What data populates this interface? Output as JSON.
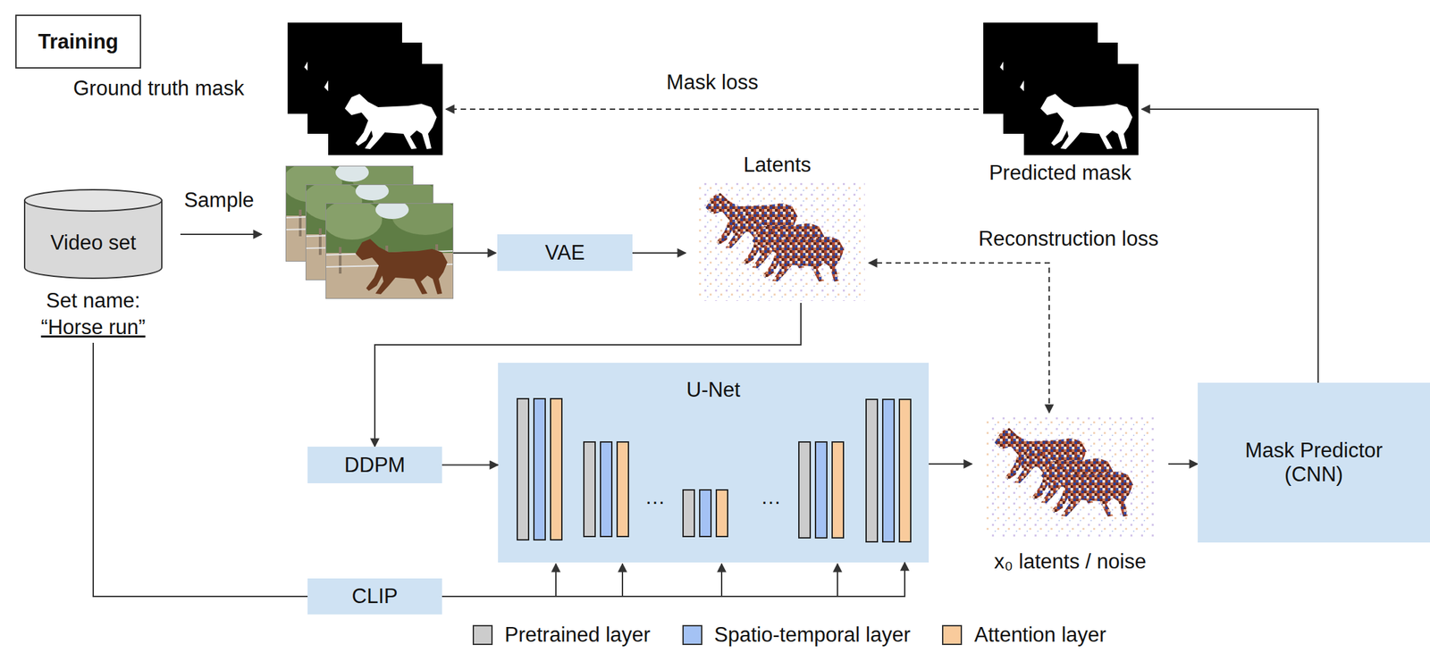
{
  "diagram": {
    "nodes": [
      {
        "text": [
          "Training"
        ]
      },
      {
        "text": [
          "Ground truth mask"
        ]
      },
      {
        "text": [
          "Predicted mask"
        ]
      },
      {
        "text": [
          "Video set",
          "Set name:",
          "“Horse run”"
        ]
      },
      {
        "text": [
          "VAE"
        ]
      },
      {
        "text": [
          "Latents"
        ]
      },
      {
        "text": [
          "DDPM"
        ]
      },
      {
        "text": [
          "U-Net"
        ]
      },
      {
        "text": [
          "x₀ latents / noise"
        ]
      },
      {
        "text": [
          "Mask Predictor (CNN)"
        ]
      },
      {
        "text": [
          "CLIP"
        ]
      }
    ],
    "edges": [
      {
        "from": 4,
        "to": 5,
        "arrow": "to"
      },
      {
        "from": 5,
        "to": 6,
        "arrow": "to"
      },
      {
        "from": 6,
        "to": 7,
        "arrow": "to"
      },
      {
        "from": 7,
        "to": 8,
        "arrow": "to"
      },
      {
        "from": 8,
        "to": 9,
        "arrow": "to"
      },
      {
        "from": 9,
        "to": 2,
        "arrow": "to"
      },
      {
        "from": 2,
        "to": 1,
        "label": "Mask loss",
        "arrow": "to"
      },
      {
        "from": 8,
        "to": 5,
        "label": "Reconstruction loss",
        "arrow": "both"
      },
      {
        "from": 3,
        "to": 10,
        "arrow": "none"
      },
      {
        "from": 10,
        "to": 7,
        "arrow": "to"
      }
    ],
    "labels": [
      "Sample",
      "…",
      "…"
    ],
    "legend": [
      {
        "text": "Pretrained layer",
        "color": "#cccccc"
      },
      {
        "text": "Spatio-temporal layer",
        "color": "#a4c2f4"
      },
      {
        "text": "Attention layer",
        "color": "#f9cb9c"
      }
    ]
  }
}
